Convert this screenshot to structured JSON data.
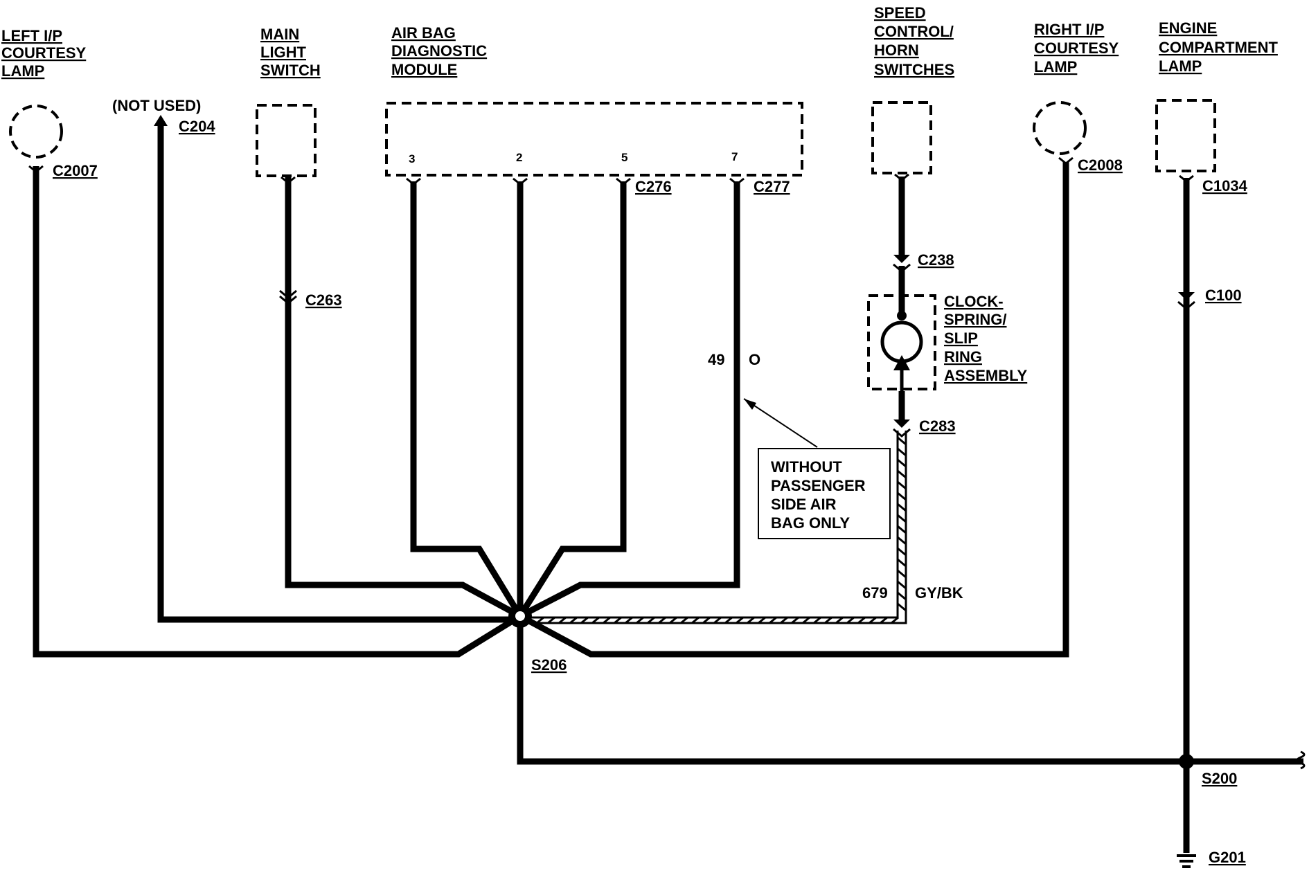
{
  "components": {
    "left_lamp": [
      "LEFT I/P",
      "COURTESY",
      "LAMP"
    ],
    "main_light": [
      "MAIN",
      "LIGHT",
      "SWITCH"
    ],
    "air_bag_module": [
      "AIR BAG",
      "DIAGNOSTIC",
      "MODULE"
    ],
    "speed_control": [
      "SPEED",
      "CONTROL/",
      "HORN",
      "SWITCHES"
    ],
    "right_lamp": [
      "RIGHT I/P",
      "COURTESY",
      "LAMP"
    ],
    "engine_lamp": [
      "ENGINE",
      "COMPARTMENT",
      "LAMP"
    ],
    "clockspring": [
      "CLOCK-",
      "SPRING/",
      "SLIP",
      "RING",
      "ASSEMBLY"
    ]
  },
  "not_used": "(NOT USED)",
  "connectors": {
    "c2007": "C2007",
    "c204": "C204",
    "c263": "C263",
    "c276": "C276",
    "c277": "C277",
    "c238": "C238",
    "c283": "C283",
    "c2008": "C2008",
    "c1034": "C1034",
    "c100": "C100"
  },
  "module_pins": [
    "3",
    "2",
    "5",
    "7"
  ],
  "wires": {
    "w49_circuit": "49",
    "w49_color": "O",
    "w679_circuit": "679",
    "w679_color": "GY/BK"
  },
  "note": [
    "WITHOUT",
    "PASSENGER",
    "SIDE AIR",
    "BAG ONLY"
  ],
  "splices": {
    "s206": "S206",
    "s200": "S200"
  },
  "ground": "G201"
}
